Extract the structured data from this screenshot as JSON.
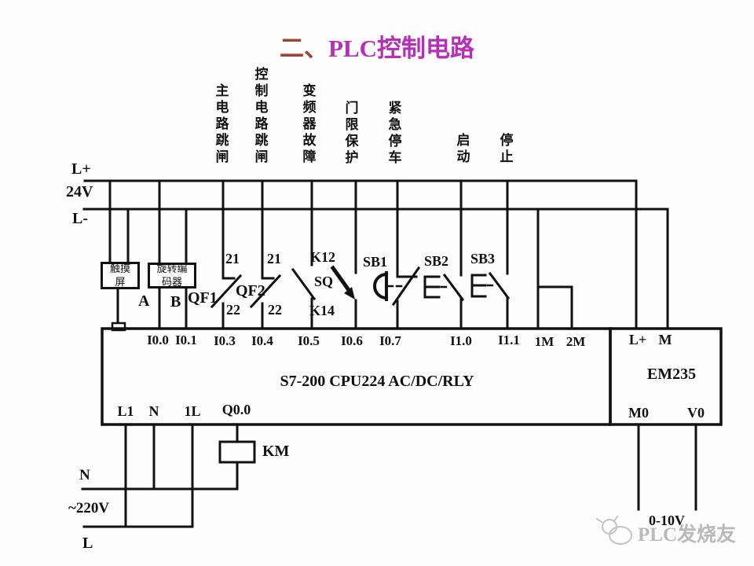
{
  "title": {
    "prefix": "二、",
    "main": "PLC控制电路"
  },
  "colors": {
    "title_prefix": "#9b4632",
    "title_main": "#b62fb6",
    "line": "#111111",
    "watermark": "#b9b9b9"
  },
  "buses": {
    "lplus": "L+",
    "v24": "24V",
    "lminus": "L-"
  },
  "signals": [
    "主电路跳闸",
    "控制电路跳闸",
    "变频器故障",
    "门限保护",
    "紧急停车",
    "启动",
    "停止"
  ],
  "components": {
    "touch_line1": "触摸",
    "touch_line2": "屏",
    "encoder_line1": "旋转编",
    "encoder_line2": "码器",
    "encoder_out_a": "A",
    "encoder_out_b": "B"
  },
  "switches": {
    "qf1": "QF1",
    "qf2": "QF2",
    "t21": "21",
    "t22": "22",
    "k12": "K12",
    "k14": "K14",
    "sq": "SQ",
    "sb1": "SB1",
    "sb2": "SB2",
    "sb3": "SB3"
  },
  "plc": {
    "name": "S7-200 CPU224 AC/DC/RLY",
    "inputs": [
      "I0.0",
      "I0.1",
      "I0.3",
      "I0.4",
      "I0.5",
      "I0.6",
      "I0.7",
      "I1.0",
      "I1.1",
      "1M",
      "2M"
    ],
    "bottom": [
      "L1",
      "N",
      "1L",
      "Q0.0"
    ]
  },
  "em235": {
    "name": "EM235",
    "top": [
      "L+",
      "M"
    ],
    "bottom": [
      "M0",
      "V0"
    ]
  },
  "output": {
    "km": "KM",
    "n": "N",
    "voltage": "~220V",
    "l": "L",
    "analog": "0-10V"
  },
  "watermark": {
    "text": "PLC发烧友"
  }
}
